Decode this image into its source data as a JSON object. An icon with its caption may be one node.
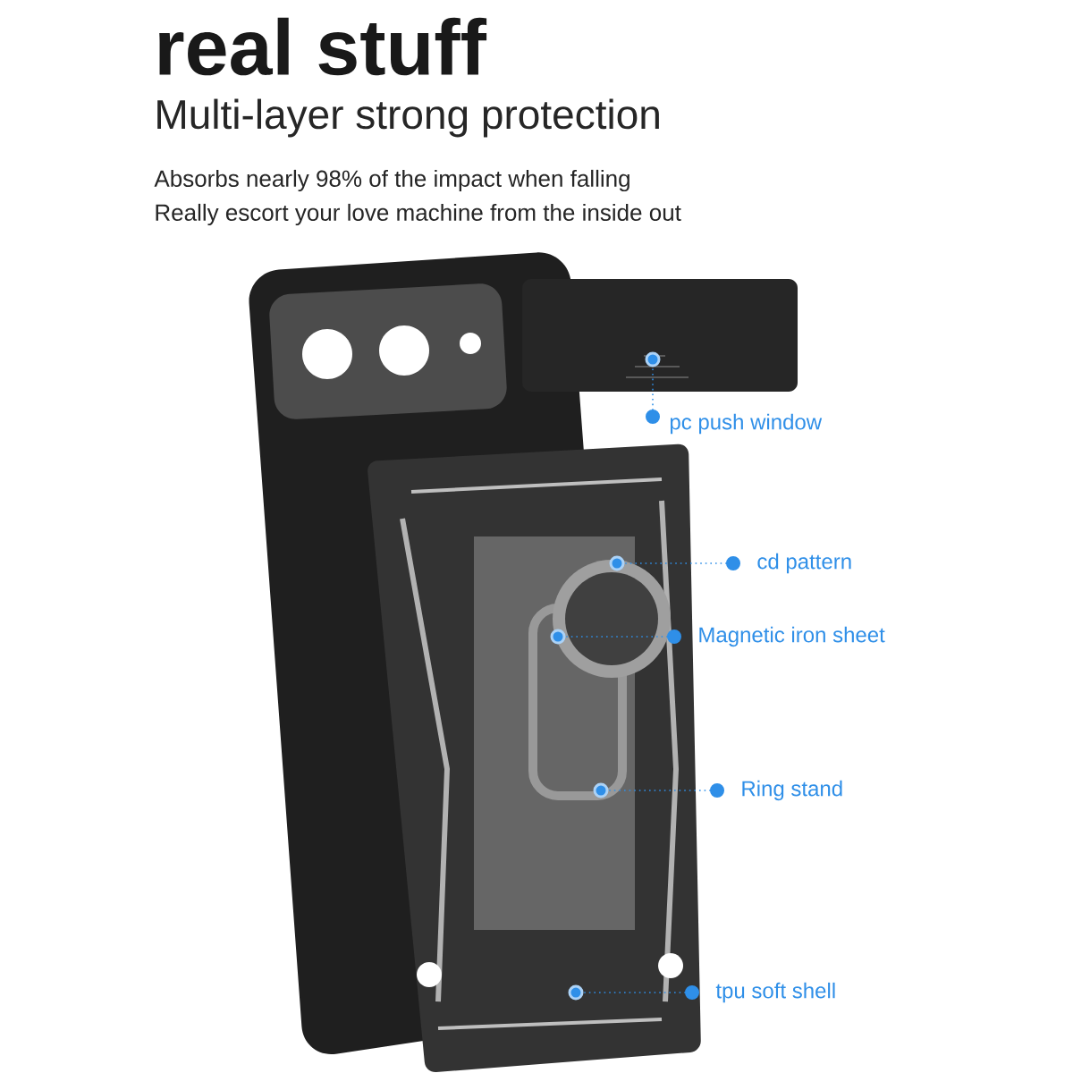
{
  "diagram": {
    "title": "real stuff",
    "nodes": [
      {
        "text": [
          "pc push window"
        ]
      },
      {
        "text": [
          "cd pattern"
        ]
      },
      {
        "text": [
          "Magnetic iron sheet"
        ]
      },
      {
        "text": [
          "Ring stand"
        ]
      },
      {
        "text": [
          "tpu soft shell"
        ]
      },
      {
        "text": [],
        "shape": "circle"
      },
      {
        "text": [],
        "shape": "circle"
      },
      {
        "text": [],
        "shape": "circle"
      },
      {
        "text": [],
        "shape": "circle"
      },
      {
        "text": [],
        "shape": "circle"
      }
    ],
    "edges": [
      {
        "from": 0,
        "to": 5,
        "arrow": "other"
      },
      {
        "from": 1,
        "to": 6,
        "arrow": "other"
      },
      {
        "from": 2,
        "to": 7,
        "arrow": "other"
      },
      {
        "from": 3,
        "to": 8,
        "arrow": "other"
      },
      {
        "from": 4,
        "to": 9,
        "arrow": "other"
      }
    ],
    "labels": [
      "Multi-layer strong protection",
      "Absorbs nearly 98% of the impact when falling",
      "Really escort your love machine from the inside out"
    ]
  }
}
